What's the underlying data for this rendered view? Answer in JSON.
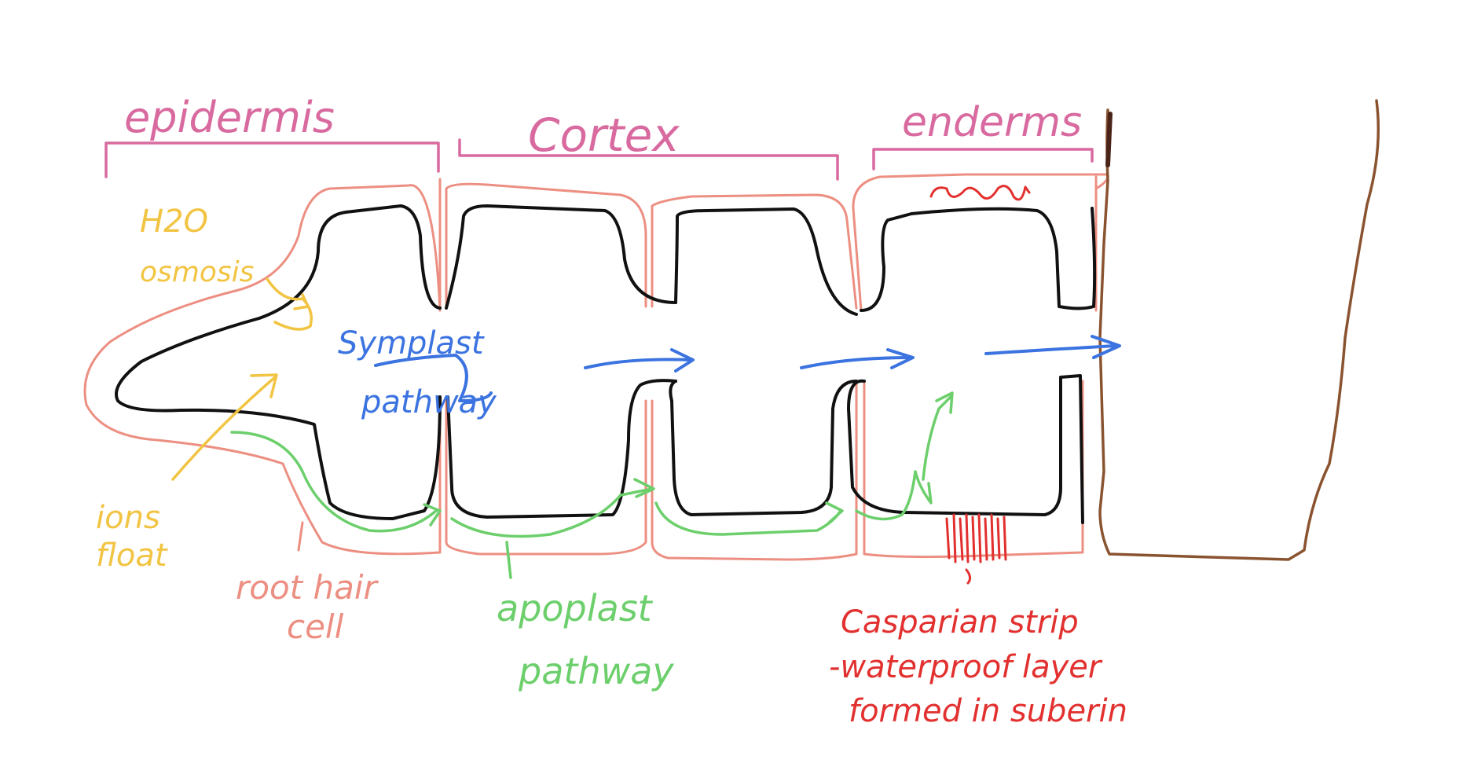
{
  "labels": {
    "epidermis": "epidermis",
    "cortex": "Cortex",
    "endodermis": "enderms",
    "h2o_line1": "H2O",
    "h2o_line2": "osmosis",
    "ions_line1": "ions",
    "ions_line2": "float",
    "root_hair_line1": "root hair",
    "root_hair_line2": "cell",
    "symplast_line1": "Symplast",
    "symplast_line2": "pathway",
    "apoplast_line1": "apoplast",
    "apoplast_line2": "pathway",
    "casparian_line1": "Casparian strip",
    "casparian_line2": "-waterproof layer",
    "casparian_line3": "formed in suberin"
  },
  "colors": {
    "section_brace": "#d86a9f",
    "cell_wall": "#ec8f82",
    "cytoplasm_outline": "#111111",
    "symplast": "#3b73e0",
    "apoplast": "#6ccf6c",
    "water_ions": "#f2c443",
    "casparian": "#e2302f",
    "xylem_outline": "#8a5330"
  }
}
